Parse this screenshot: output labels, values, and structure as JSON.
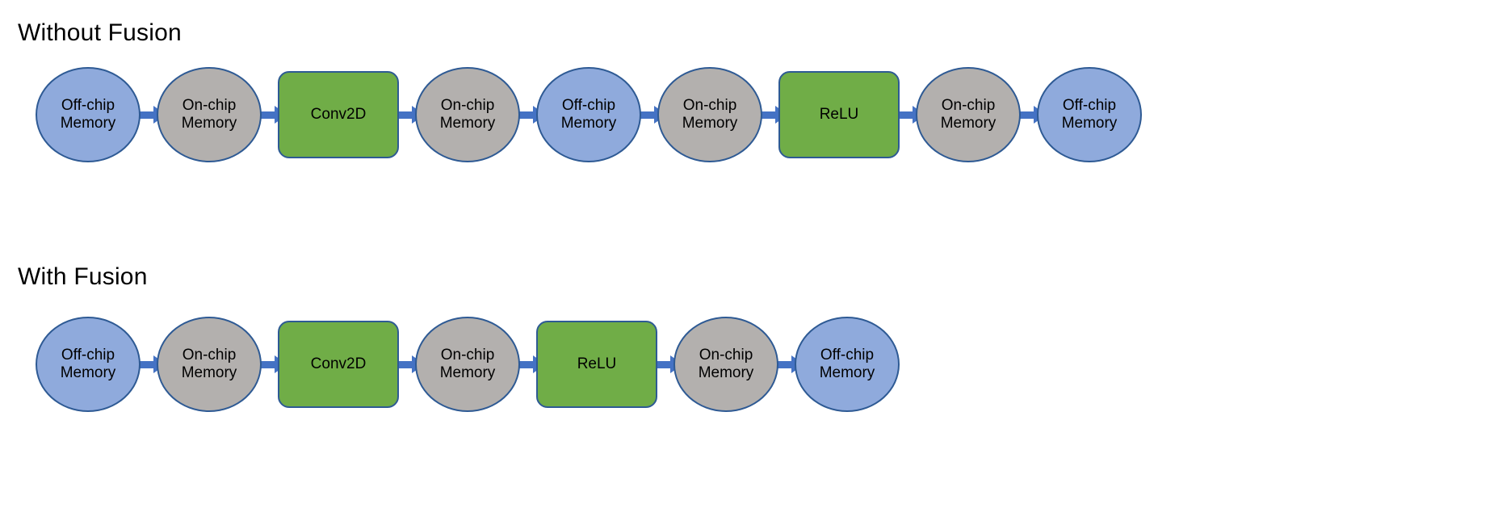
{
  "diagram": {
    "title_without": "Without Fusion",
    "title_with": "With Fusion",
    "colors": {
      "offchip_fill": "#8FAADC",
      "onchip_fill": "#B3B0AE",
      "op_fill": "#70AD47",
      "node_border": "#2E5A94",
      "arrow": "#4472C4",
      "background": "#FFFFFF",
      "text": "#000000"
    },
    "rows": [
      {
        "name": "without-fusion",
        "label": "Without Fusion",
        "nodes": [
          {
            "type": "memory",
            "kind": "offchip",
            "label": "Off-chip\nMemory"
          },
          {
            "type": "memory",
            "kind": "onchip",
            "label": "On-chip\nMemory"
          },
          {
            "type": "op",
            "kind": "compute",
            "label": "Conv2D"
          },
          {
            "type": "memory",
            "kind": "onchip",
            "label": "On-chip\nMemory"
          },
          {
            "type": "memory",
            "kind": "offchip",
            "label": "Off-chip\nMemory"
          },
          {
            "type": "memory",
            "kind": "onchip",
            "label": "On-chip\nMemory"
          },
          {
            "type": "op",
            "kind": "compute",
            "label": "ReLU"
          },
          {
            "type": "memory",
            "kind": "onchip",
            "label": "On-chip\nMemory"
          },
          {
            "type": "memory",
            "kind": "offchip",
            "label": "Off-chip\nMemory"
          }
        ]
      },
      {
        "name": "with-fusion",
        "label": "With Fusion",
        "nodes": [
          {
            "type": "memory",
            "kind": "offchip",
            "label": "Off-chip\nMemory"
          },
          {
            "type": "memory",
            "kind": "onchip",
            "label": "On-chip\nMemory"
          },
          {
            "type": "op",
            "kind": "compute",
            "label": "Conv2D"
          },
          {
            "type": "memory",
            "kind": "onchip",
            "label": "On-chip\nMemory"
          },
          {
            "type": "op",
            "kind": "compute",
            "label": "ReLU"
          },
          {
            "type": "memory",
            "kind": "onchip",
            "label": "On-chip\nMemory"
          },
          {
            "type": "memory",
            "kind": "offchip",
            "label": "Off-chip\nMemory"
          }
        ]
      }
    ]
  }
}
